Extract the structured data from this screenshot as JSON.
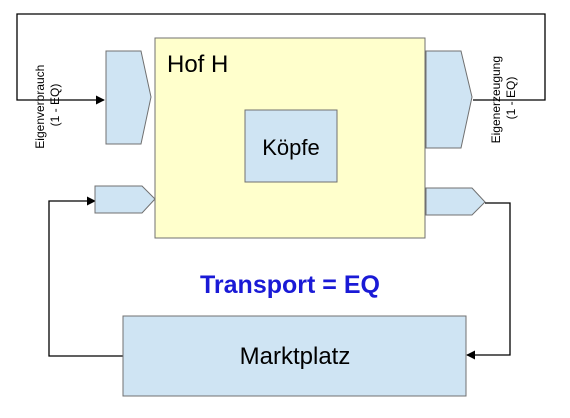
{
  "farm": {
    "title": "Hof H",
    "heads_label": "Köpfe"
  },
  "flows": {
    "own_consumption": {
      "line1": "Eigenverbrauch",
      "line2": "(1 - EQ)"
    },
    "own_production": {
      "line1": "Eigenerzeugung",
      "line2": "(1 - EQ)"
    },
    "transport": "Transport = EQ"
  },
  "market": {
    "label": "Marktplatz"
  },
  "colors": {
    "farm_fill": "#ffffcc",
    "light_blue": "#cfe4f3",
    "border": "#707070",
    "transport_text": "#1a1ad6",
    "line": "#000000"
  }
}
